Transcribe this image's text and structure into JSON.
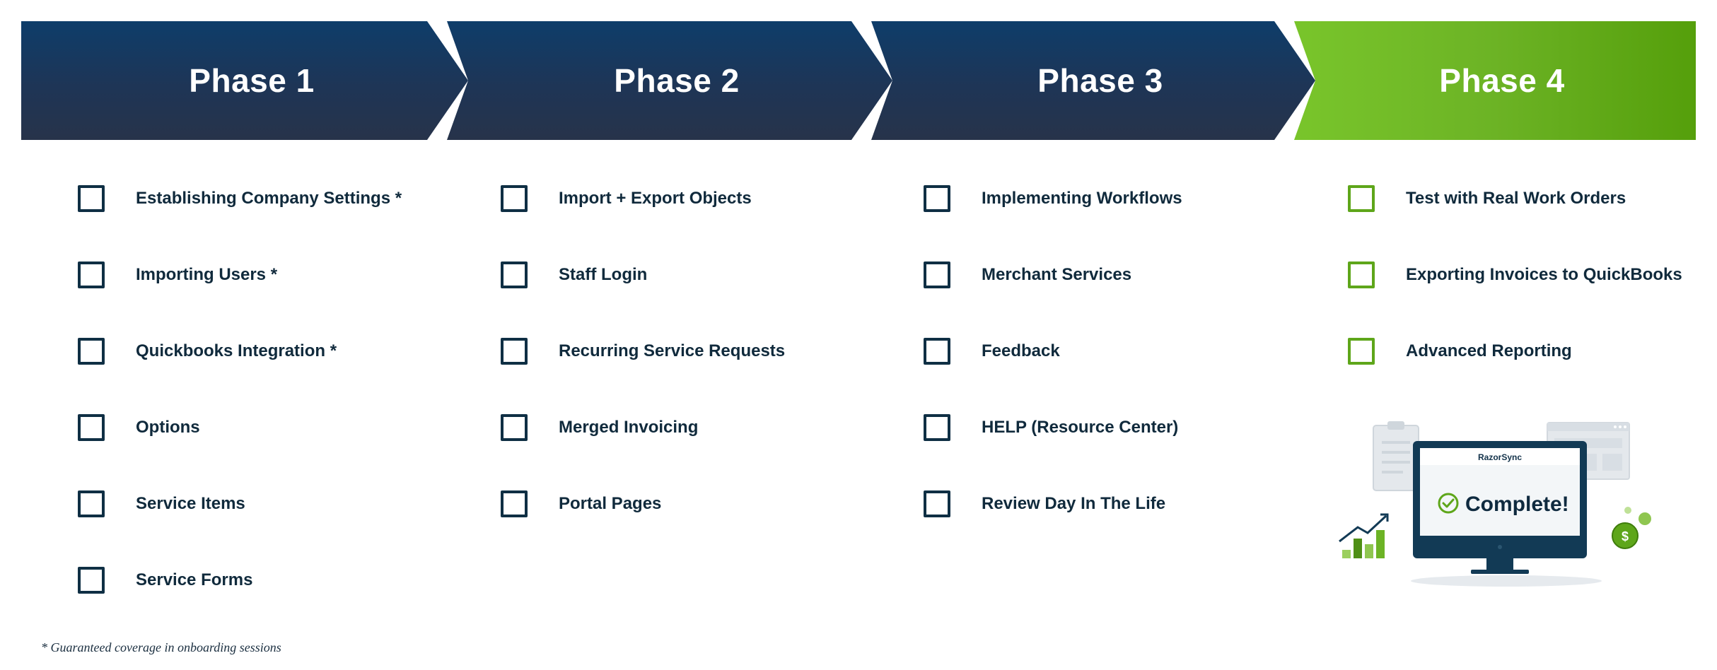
{
  "phases": [
    {
      "label": "Phase 1",
      "items": [
        "Establishing Company Settings *",
        "Importing Users *",
        "Quickbooks Integration *",
        "Options",
        "Service Items",
        "Service Forms"
      ]
    },
    {
      "label": "Phase 2",
      "items": [
        "Import + Export Objects",
        "Staff Login",
        "Recurring Service Requests",
        "Merged Invoicing",
        "Portal Pages"
      ]
    },
    {
      "label": "Phase 3",
      "items": [
        "Implementing Workflows",
        "Merchant Services",
        "Feedback",
        "HELP (Resource Center)",
        "Review Day In The Life"
      ]
    },
    {
      "label": "Phase 4",
      "items": [
        "Test with Real Work Orders",
        "Exporting Invoices to QuickBooks",
        "Advanced Reporting"
      ]
    }
  ],
  "illustration": {
    "brand": "RazorSync",
    "status": "Complete!",
    "coin_symbol": "$"
  },
  "footnote": "* Guaranteed coverage in onboarding sessions",
  "colors": {
    "phase_dark": "#1e3556",
    "phase_green": "#6cb325",
    "checkbox_dark": "#0f2f44",
    "checkbox_green": "#5ea61a"
  }
}
